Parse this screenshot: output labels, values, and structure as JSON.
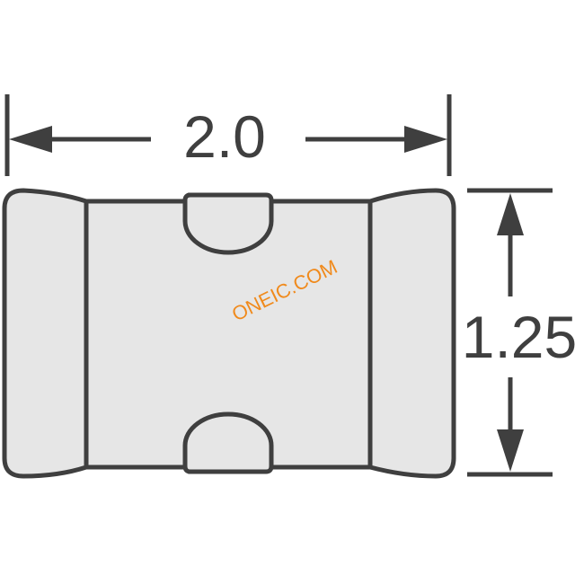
{
  "diagram": {
    "width_label": "2.0",
    "height_label": "1.25",
    "watermark": "ONEIC.COM"
  },
  "colors": {
    "stroke": "#3f3f3f",
    "body_fill": "#e6e6e6",
    "watermark": "#f08a1c",
    "background": "#ffffff"
  }
}
